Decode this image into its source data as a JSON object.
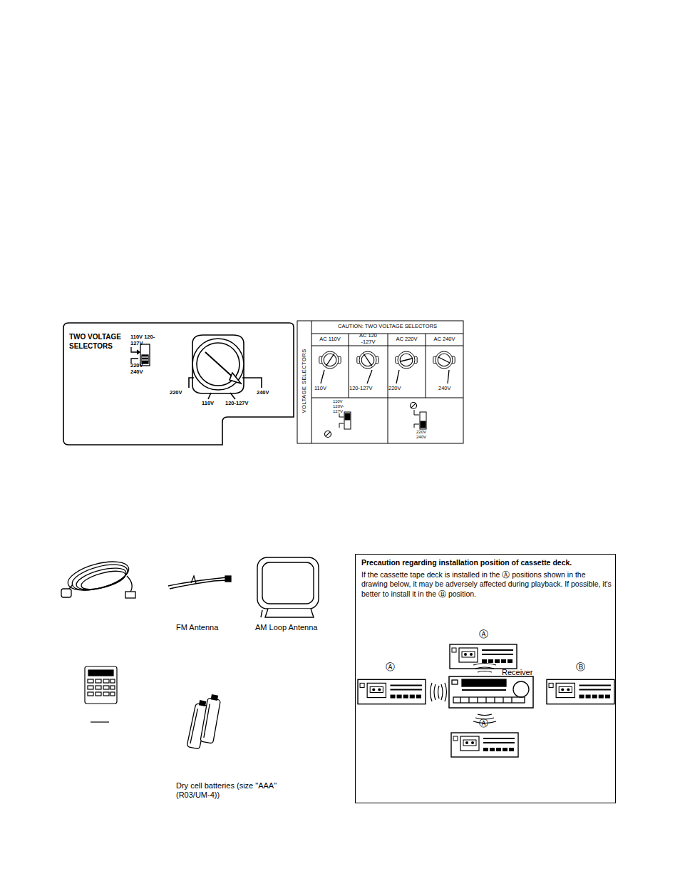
{
  "diagram": {
    "nodes": [
      {
        "text": [
          "TWO VOLTAGE SELECTORS"
        ]
      },
      {
        "text": [
          "Precaution regarding installation position of cassette deck.",
          "If the cassette tape deck is installed in the Ⓐ positions shown in the drawing below, it may be adversely affected during playback. If possible, it's better to install it in the Ⓑ position."
        ]
      }
    ],
    "labels": [
      "110V 120-127V",
      "220V 240V",
      "220V",
      "110V",
      "120-127V",
      "240V",
      "AC 110V",
      "AC 120 -127V",
      "AC 220V",
      "AC 240V",
      "VOLTAGE SELECTORS",
      "110V",
      "120-127V",
      "220V",
      "240V",
      "110V 120V-127V",
      "220V 240V",
      "CAUTION: TWO VOLTAGE SELECTORS",
      "FM Antenna",
      "AM Loop Antenna",
      "Dry cell batteries (size \"AAA\" (R03/UM-4))",
      "Ⓐ",
      "Ⓐ",
      "Receiver",
      "Ⓑ",
      "Ⓐ"
    ]
  }
}
